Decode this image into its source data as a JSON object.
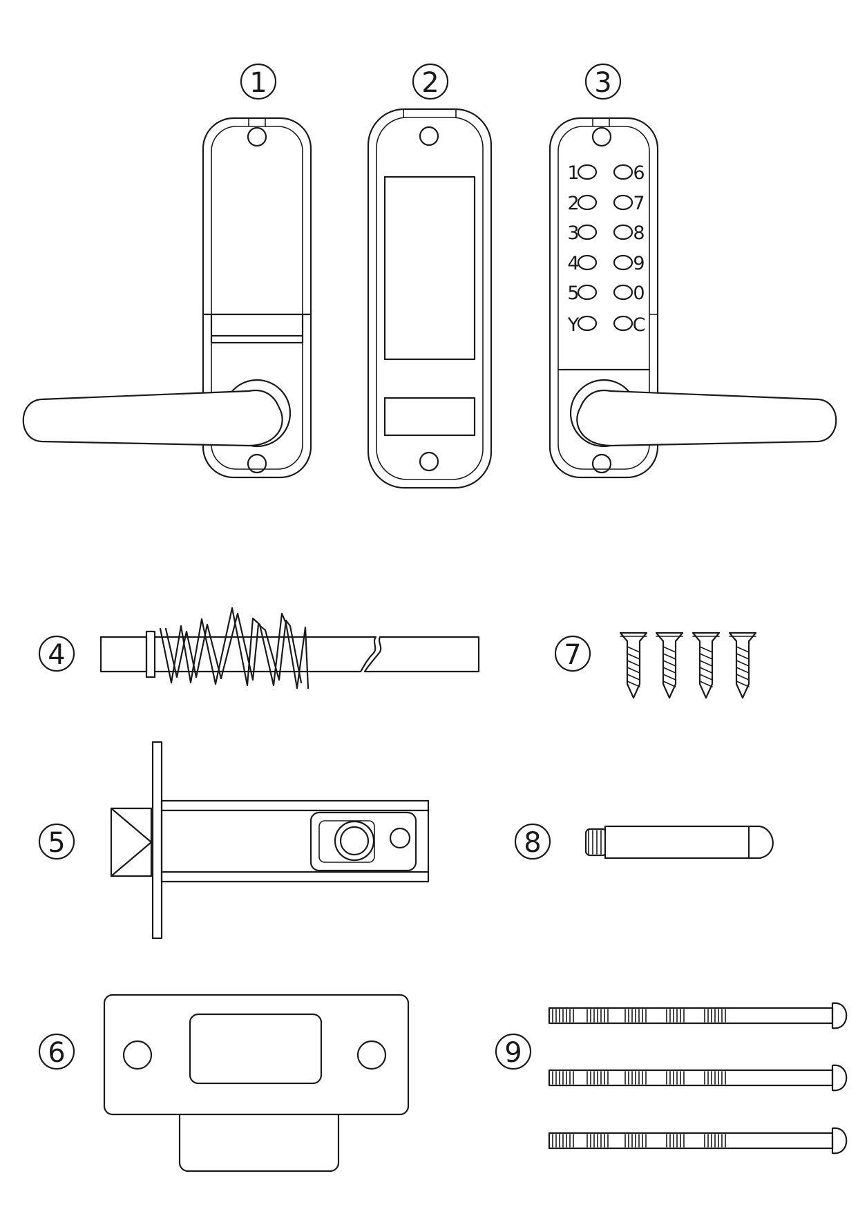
{
  "part_labels": [
    "1",
    "2",
    "3",
    "4",
    "5",
    "6",
    "7",
    "8",
    "9"
  ],
  "keypad": {
    "left_keys": [
      "1",
      "2",
      "3",
      "4",
      "5",
      "Y"
    ],
    "right_keys": [
      "6",
      "7",
      "8",
      "9",
      "0",
      "C"
    ]
  },
  "colors": {
    "line": "#1a1a1a",
    "background": "#ffffff"
  }
}
